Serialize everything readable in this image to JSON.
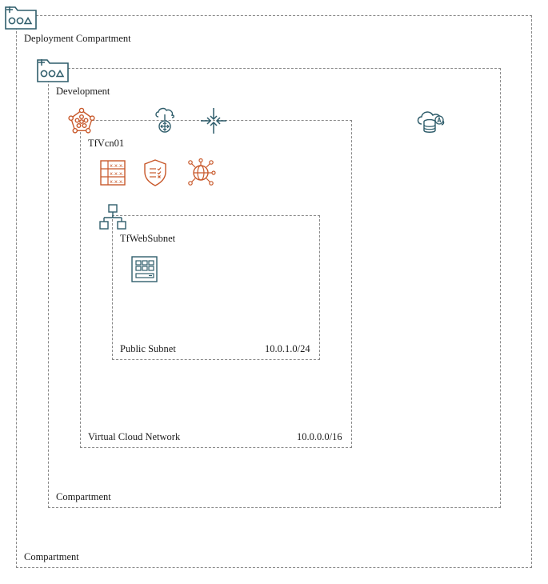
{
  "colors": {
    "teal": "#2f5d6b",
    "orange": "#c8582a",
    "border": "#8a8a8a"
  },
  "outer_compartment": {
    "name": "Deployment Compartment",
    "type_label": "Compartment",
    "icon": "compartment-icon"
  },
  "inner_compartment": {
    "name": "Development",
    "type_label": "Compartment",
    "icon": "compartment-icon"
  },
  "vcn": {
    "name": "TfVcn01",
    "type_label": "Virtual Cloud Network",
    "cidr": "10.0.0.0/16",
    "icon": "vcn-icon"
  },
  "subnet": {
    "name": "TfWebSubnet",
    "type_label": "Public Subnet",
    "cidr": "10.0.1.0/24",
    "icon": "subnet-icon"
  },
  "vcn_resources": [
    "route-table-icon",
    "security-list-icon",
    "internet-gateway-icon"
  ],
  "gateways": [
    "nat-gateway-icon",
    "local-peering-gateway-icon"
  ],
  "services": [
    "autonomous-database-icon"
  ],
  "subnet_resources": [
    "compute-instance-icon"
  ]
}
